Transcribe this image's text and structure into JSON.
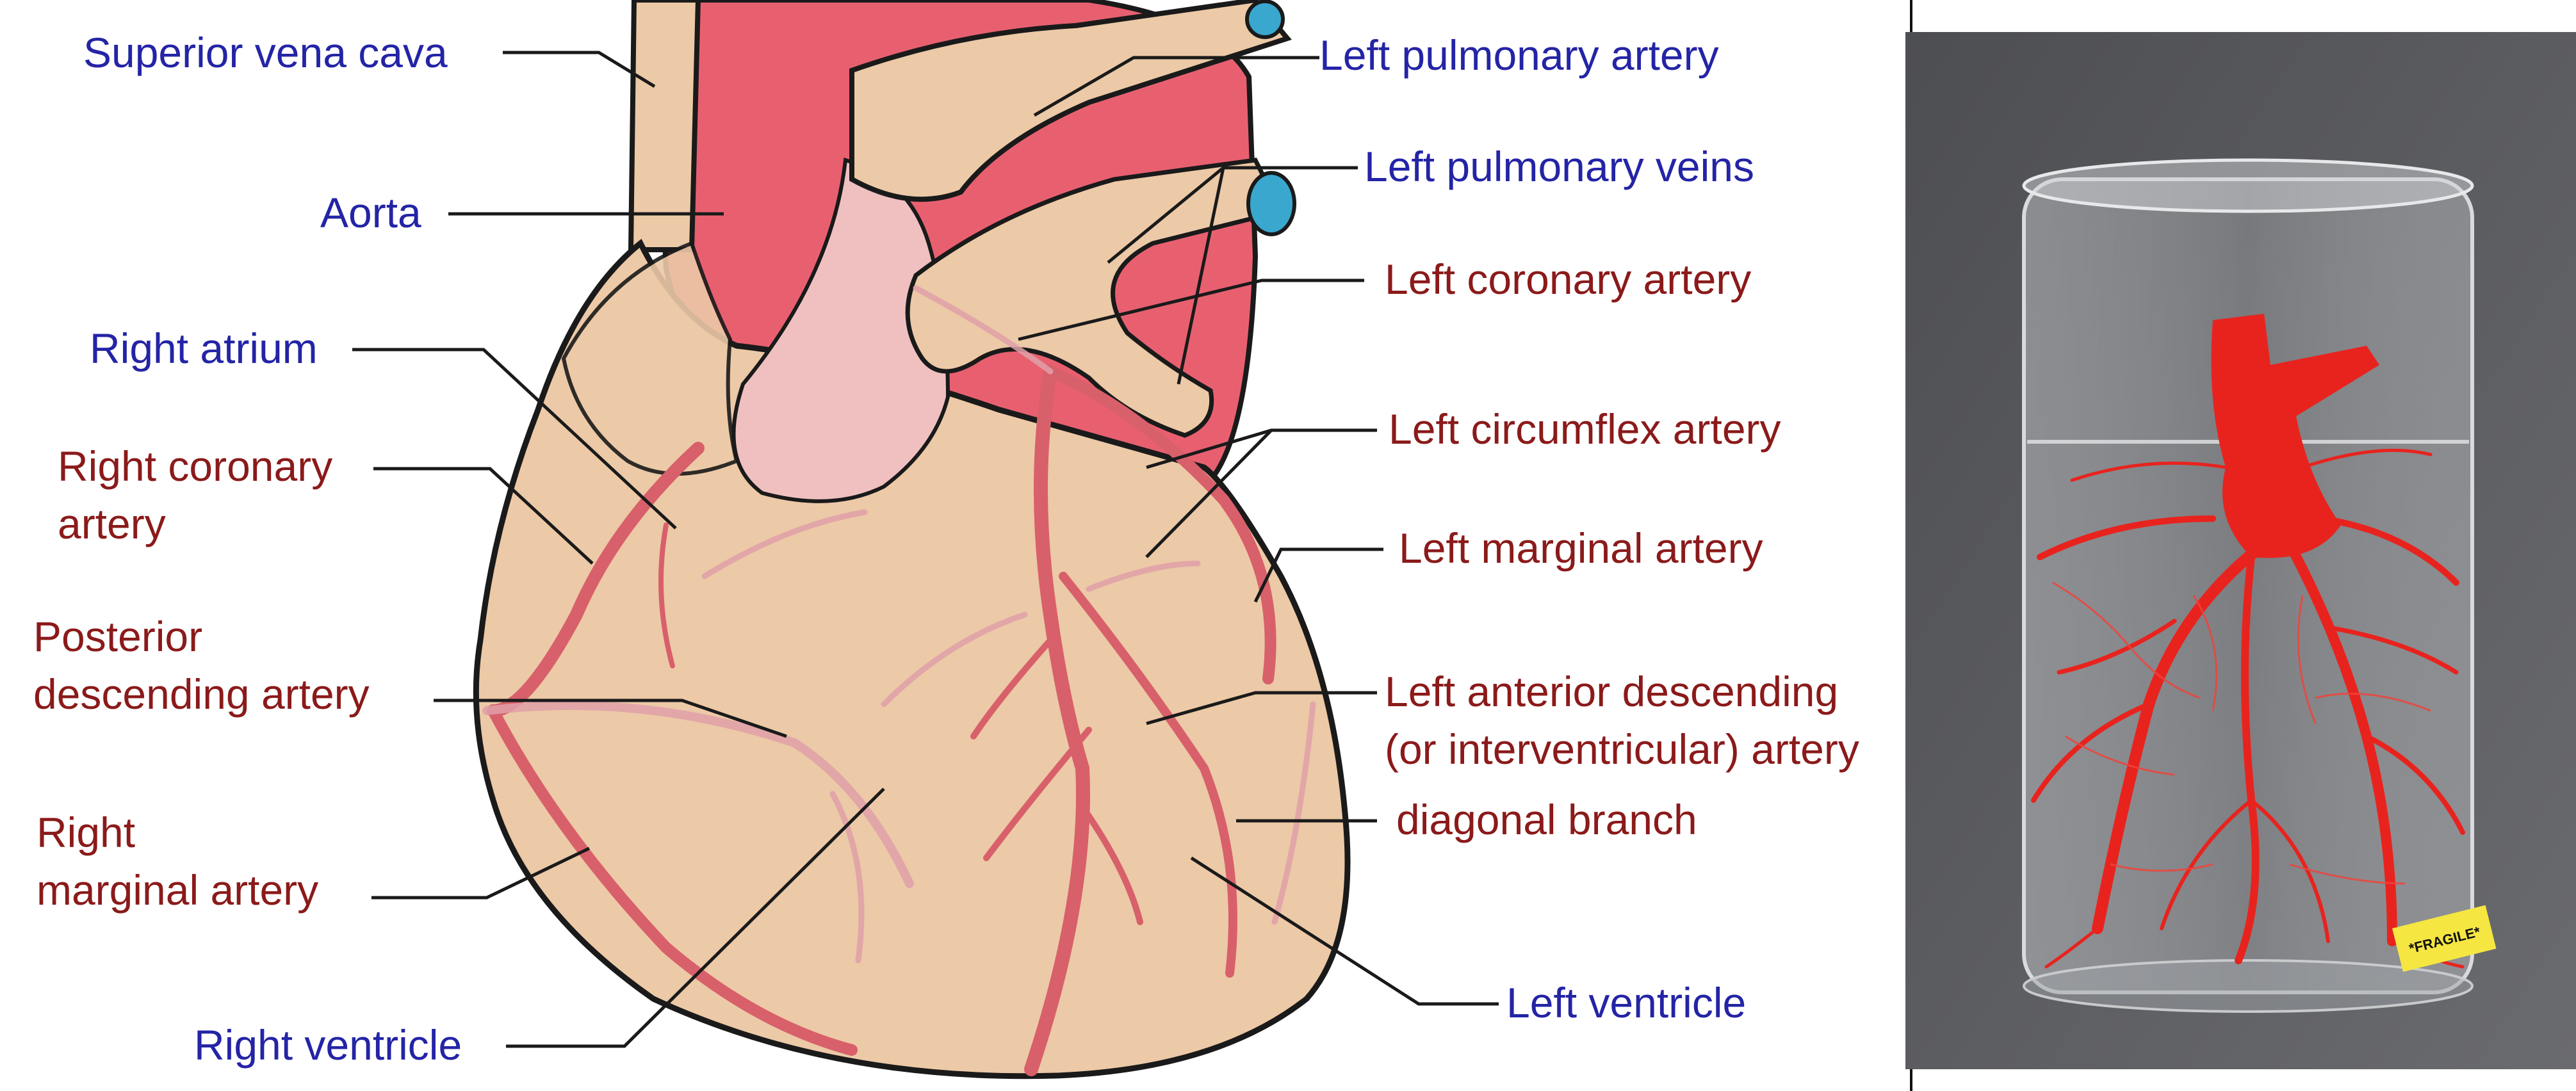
{
  "labels": {
    "superior_vena_cava": "Superior vena cava",
    "aorta": "Aorta",
    "right_atrium": "Right atrium",
    "right_coronary_artery": "Right coronary\nartery",
    "posterior_descending_artery": "Posterior\ndescending artery",
    "right_marginal_artery": "Right\nmarginal artery",
    "right_ventricle": "Right ventricle",
    "left_pulmonary_artery": "Left pulmonary artery",
    "left_pulmonary_veins": "Left pulmonary veins",
    "left_coronary_artery": "Left coronary artery",
    "left_circumflex_artery": "Left circumflex artery",
    "left_marginal_artery": "Left marginal artery",
    "left_anterior_descending": "Left anterior descending\n(or interventricular) artery",
    "diagonal_branch": "diagonal branch",
    "left_ventricle": "Left ventricle"
  },
  "photo": {
    "sticker_text": "*FRAGILE*"
  },
  "colors": {
    "blue_label": "#2424a6",
    "red_label": "#8b1a1a",
    "heart_tissue": "#ecc9a7",
    "aorta": "#e86070",
    "pulmonary": "#f0c0c0",
    "artery": "#d8606a",
    "vein_lumen": "#3aa7cf",
    "cast_red": "#e8231e",
    "photo_background": "#58595c",
    "sticker": "#f5e642"
  }
}
